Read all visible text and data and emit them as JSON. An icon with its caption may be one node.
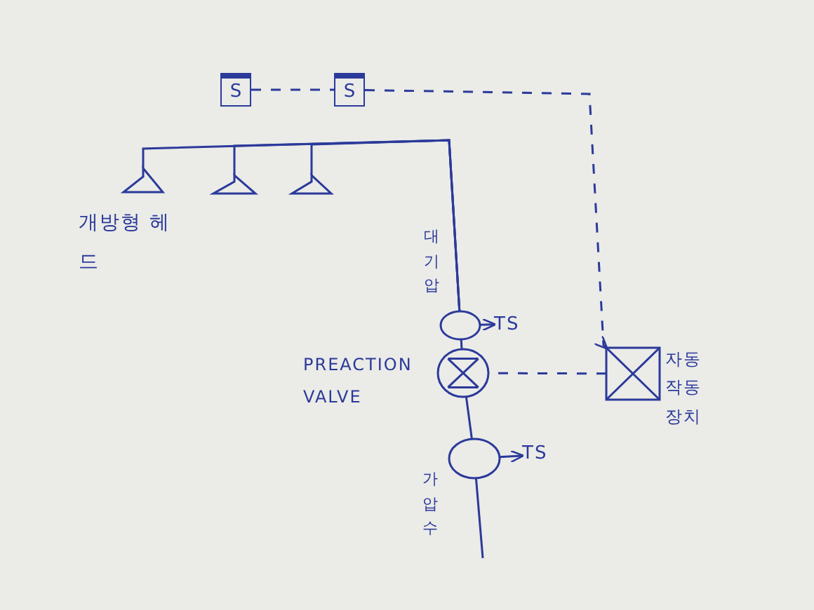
{
  "diagram": {
    "nodes": [
      {
        "text": [
          "S"
        ]
      },
      {
        "text": [
          "S"
        ]
      },
      {
        "text": [],
        "shape": "triangle",
        "beside": [
          "개방형 헤드"
        ]
      },
      {
        "text": [],
        "shape": "triangle"
      },
      {
        "text": [],
        "shape": "triangle"
      },
      {
        "text": [],
        "shape": "circle"
      },
      {
        "text": [
          "TS"
        ]
      },
      {
        "text": [],
        "shape": "circle",
        "beside": [
          "PREACTION VALVE"
        ]
      },
      {
        "text": [],
        "shape": "circle"
      },
      {
        "text": [
          "TS"
        ]
      },
      {
        "text": [],
        "shape": "box",
        "beside": [
          "자동 작동 장치"
        ]
      }
    ],
    "edges": [
      {
        "from": 0,
        "to": 1,
        "arrow": "none",
        "style": "dashed"
      },
      {
        "from": 1,
        "to": 10,
        "arrow": "to",
        "style": "dashed"
      },
      {
        "from": 10,
        "to": 7,
        "arrow": "none",
        "style": "dashed"
      },
      {
        "from": null,
        "to": 8,
        "arrow": "none"
      },
      {
        "from": 8,
        "to": 7,
        "arrow": "none"
      },
      {
        "from": 7,
        "to": 5,
        "arrow": "none"
      },
      {
        "from": 5,
        "to": 2,
        "arrow": "none"
      },
      {
        "from": 5,
        "to": 3,
        "arrow": "none"
      },
      {
        "from": 5,
        "to": 4,
        "arrow": "none"
      },
      {
        "from": 5,
        "to": 6,
        "arrow": "to"
      },
      {
        "from": 8,
        "to": 9,
        "arrow": "to"
      }
    ],
    "labels": [
      "대기압",
      "가압수"
    ]
  }
}
